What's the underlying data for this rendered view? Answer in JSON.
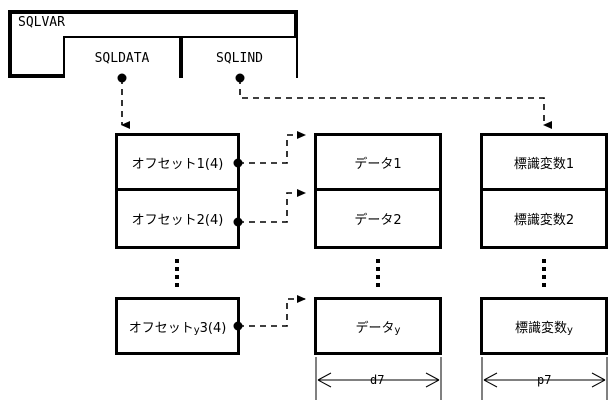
{
  "diagram": {
    "title": "SQLVAR",
    "struct": {
      "name": "SQLVAR",
      "fields": [
        {
          "label": "SQLDATA",
          "icon": "pointer-dot"
        },
        {
          "label": "SQLIND",
          "icon": "pointer-dot"
        }
      ]
    },
    "columns": {
      "offsets": {
        "name": "offset-array",
        "rows": [
          {
            "label": "オフセット1(4)"
          },
          {
            "label": "オフセット2(4)"
          },
          {
            "label": "オフセットy3(4)"
          }
        ],
        "ellipsis": "vertical-ellipsis"
      },
      "data": {
        "name": "data-array",
        "rows": [
          {
            "label": "データ1"
          },
          {
            "label": "データ2"
          },
          {
            "label": "データy"
          }
        ],
        "ellipsis": "vertical-ellipsis",
        "dimension": "d7"
      },
      "indicators": {
        "name": "indicator-variable-array",
        "rows": [
          {
            "label": "標識変数1"
          },
          {
            "label": "標識変数2"
          },
          {
            "label": "標識変数y"
          }
        ],
        "ellipsis": "vertical-ellipsis",
        "dimension": "p7"
      }
    },
    "colors": {
      "stroke": "#000000",
      "background": "#ffffff"
    }
  }
}
